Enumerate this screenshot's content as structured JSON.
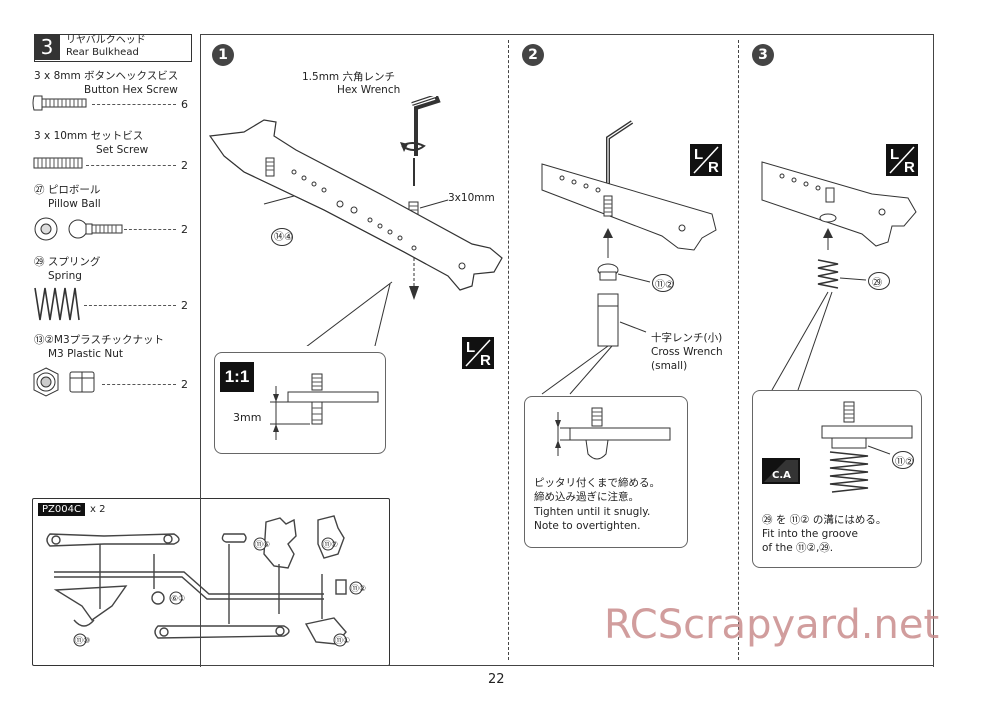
{
  "step": {
    "number": "3",
    "title_ja": "リヤバルクヘッド",
    "title_en": "Rear Bulkhead"
  },
  "parts": [
    {
      "size_ja": "3 x 8mm  ボタンヘックスビス",
      "name_en": "Button Hex Screw",
      "qty": "6"
    },
    {
      "size_ja": "3 x 10mm  セットビス",
      "name_en": "Set Screw",
      "qty": "2"
    },
    {
      "id": "㉗",
      "name_ja": "ピロボール",
      "name_en": "Pillow Ball",
      "qty": "2"
    },
    {
      "id": "㉙",
      "name_ja": "スプリング",
      "name_en": "Spring",
      "qty": "2"
    },
    {
      "id": "⑬②",
      "name_ja": "M3プラスチックナット",
      "name_en": "M3 Plastic Nut",
      "qty": "2"
    }
  ],
  "pz": {
    "code": "PZ004C",
    "qty": "x 2",
    "labels": [
      "⑪⑥",
      "⑪⑦",
      "⑪②",
      "⑥①",
      "⑪⑩",
      "⑪①"
    ]
  },
  "step1": {
    "num": "1",
    "tool_ja": "1.5mm 六角レンチ",
    "tool_en": "Hex Wrench",
    "screw": "3x10mm",
    "part_ref": "⑭④",
    "lr": {
      "l": "L",
      "r": "R"
    },
    "scale": "1:1",
    "depth": "3mm"
  },
  "step2": {
    "num": "2",
    "part_ref": "⑪②",
    "tool_ja": "十字レンチ(小)",
    "tool_en": "Cross Wrench",
    "tool_size": "(small)",
    "note_ja1": "ピッタリ付くまで締める。",
    "note_ja2": "締め込み過ぎに注意。",
    "note_en1": "Tighten until it snugly.",
    "note_en2": "Note to overtighten."
  },
  "step3": {
    "num": "3",
    "part_ref": "㉙",
    "detail_ref": "⑪②",
    "ca": "C.A",
    "note_ja": "㉙ を ⑪② の溝にはめる。",
    "note_en1": "Fit into the groove",
    "note_en2": "of the ⑪②,㉙."
  },
  "page_number": "22",
  "watermark": "RCScrapyard.net"
}
